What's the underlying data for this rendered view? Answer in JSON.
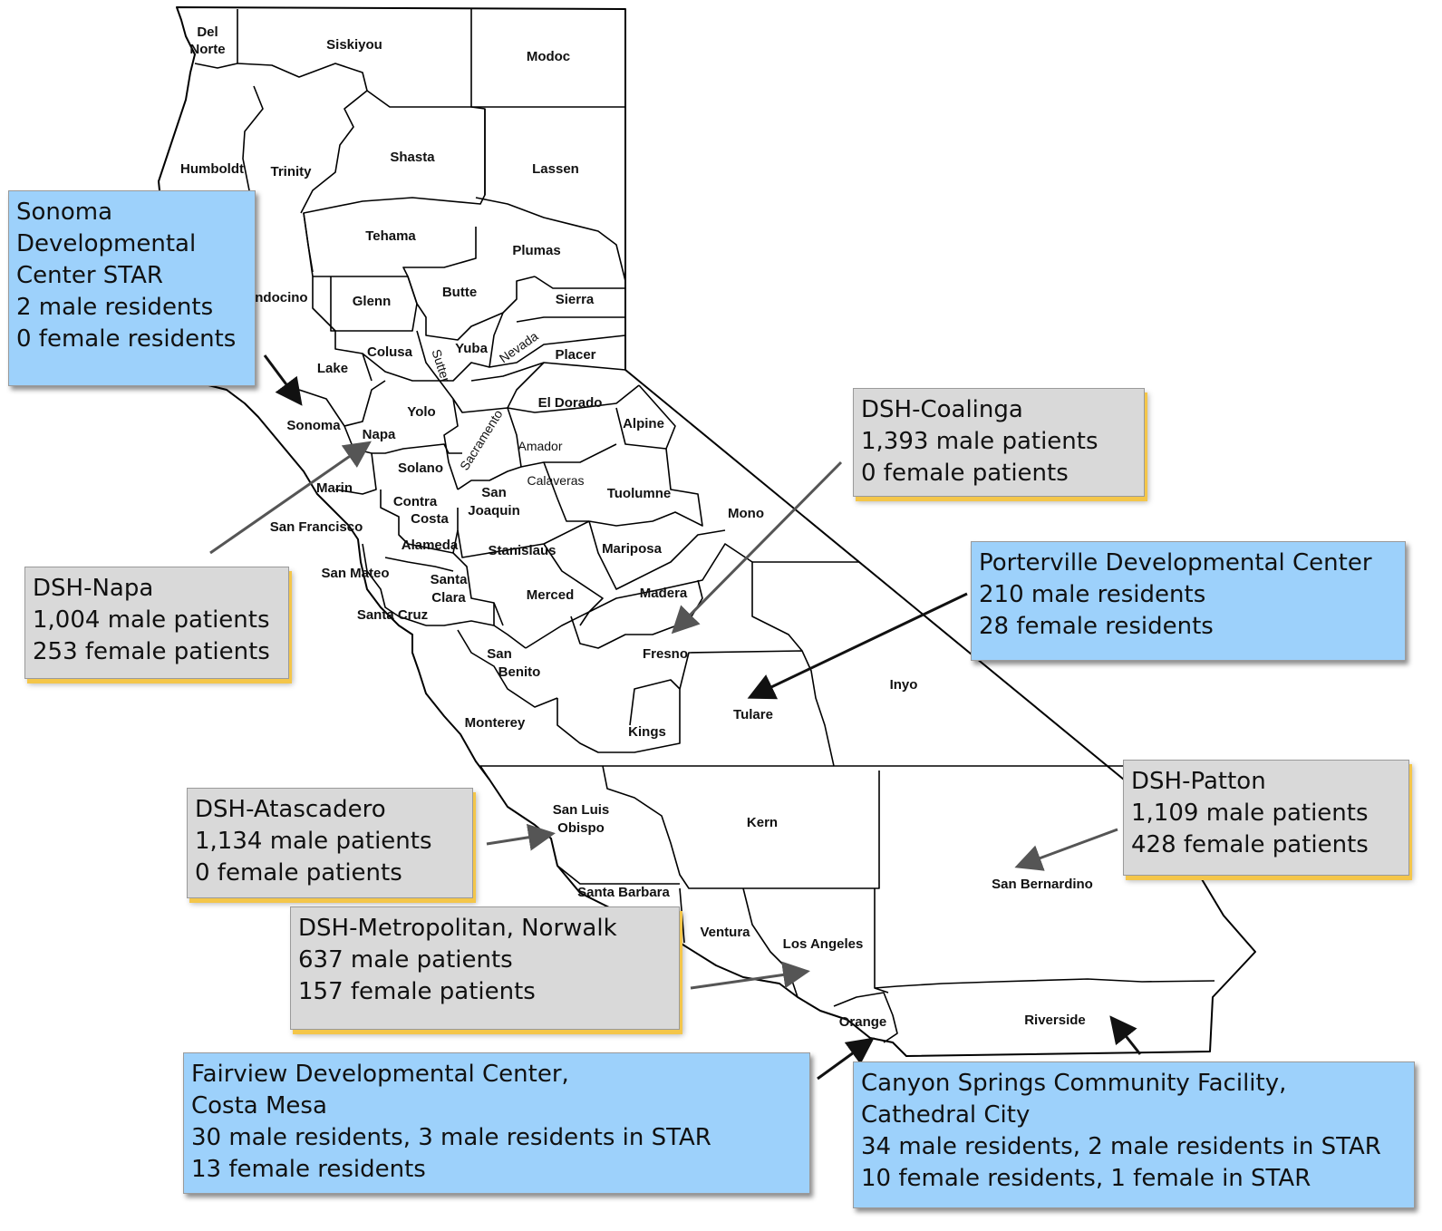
{
  "colors": {
    "state_callout": "#9dd1fb",
    "dsh_callout": "#d9d9d9",
    "shadow_accent": "#f4c64a"
  },
  "counties": {
    "del_norte_1": "Del",
    "del_norte_2": "Norte",
    "siskiyou": "Siskiyou",
    "modoc": "Modoc",
    "humboldt": "Humboldt",
    "trinity": "Trinity",
    "shasta": "Shasta",
    "lassen": "Lassen",
    "tehama": "Tehama",
    "plumas": "Plumas",
    "mendocino": "Mendocino",
    "glenn": "Glenn",
    "butte": "Butte",
    "sierra": "Sierra",
    "colusa": "Colusa",
    "sutter": "Sutter",
    "yuba": "Yuba",
    "nevada": "Nevada",
    "placer": "Placer",
    "lake": "Lake",
    "yolo": "Yolo",
    "el_dorado": "El Dorado",
    "sonoma": "Sonoma",
    "napa": "Napa",
    "alpine": "Alpine",
    "amador": "Amador",
    "sacramento": "Sacramento",
    "solano": "Solano",
    "marin": "Marin",
    "calaveras": "Calaveras",
    "contra_costa_1": "Contra",
    "contra_costa_2": "Costa",
    "san_joaquin_1": "San",
    "san_joaquin_2": "Joaquin",
    "tuolumne": "Tuolumne",
    "mono": "Mono",
    "san_francisco": "San Francisco",
    "alameda": "Alameda",
    "stanislaus": "Stanislaus",
    "mariposa": "Mariposa",
    "san_mateo": "San Mateo",
    "santa_clara_1": "Santa",
    "santa_clara_2": "Clara",
    "merced": "Merced",
    "madera": "Madera",
    "santa_cruz": "Santa Cruz",
    "fresno": "Fresno",
    "san_benito_1": "San",
    "san_benito_2": "Benito",
    "inyo": "Inyo",
    "tulare": "Tulare",
    "monterey": "Monterey",
    "kings": "Kings",
    "kern": "Kern",
    "san_luis_obispo_1": "San Luis",
    "san_luis_obispo_2": "Obispo",
    "santa_barbara": "Santa Barbara",
    "san_bernardino": "San Bernardino",
    "ventura": "Ventura",
    "los_angeles": "Los Angeles",
    "orange": "Orange",
    "riverside": "Riverside"
  },
  "callouts": {
    "sonoma": [
      "Sonoma",
      "Developmental",
      "Center STAR",
      "2 male residents",
      "0 female residents"
    ],
    "napa": [
      "DSH-Napa",
      "1,004 male patients",
      "253 female patients"
    ],
    "coalinga": [
      "DSH-Coalinga",
      "1,393 male patients",
      "0 female patients"
    ],
    "porterville": [
      "Porterville Developmental Center",
      "210 male residents",
      "28 female residents"
    ],
    "patton": [
      "DSH-Patton",
      "1,109 male patients",
      "428 female patients"
    ],
    "atascadero": [
      "DSH-Atascadero",
      "1,134 male patients",
      "0 female patients"
    ],
    "metropolitan": [
      "DSH-Metropolitan, Norwalk",
      "637 male patients",
      "157 female patients"
    ],
    "fairview": [
      "Fairview Developmental Center,",
      "Costa Mesa",
      "30 male residents, 3 male residents in STAR",
      "13 female residents"
    ],
    "canyon_springs": [
      "Canyon Springs Community Facility,",
      "Cathedral City",
      "34 male residents, 2 male residents in STAR",
      "10 female residents, 1 female in STAR"
    ]
  }
}
